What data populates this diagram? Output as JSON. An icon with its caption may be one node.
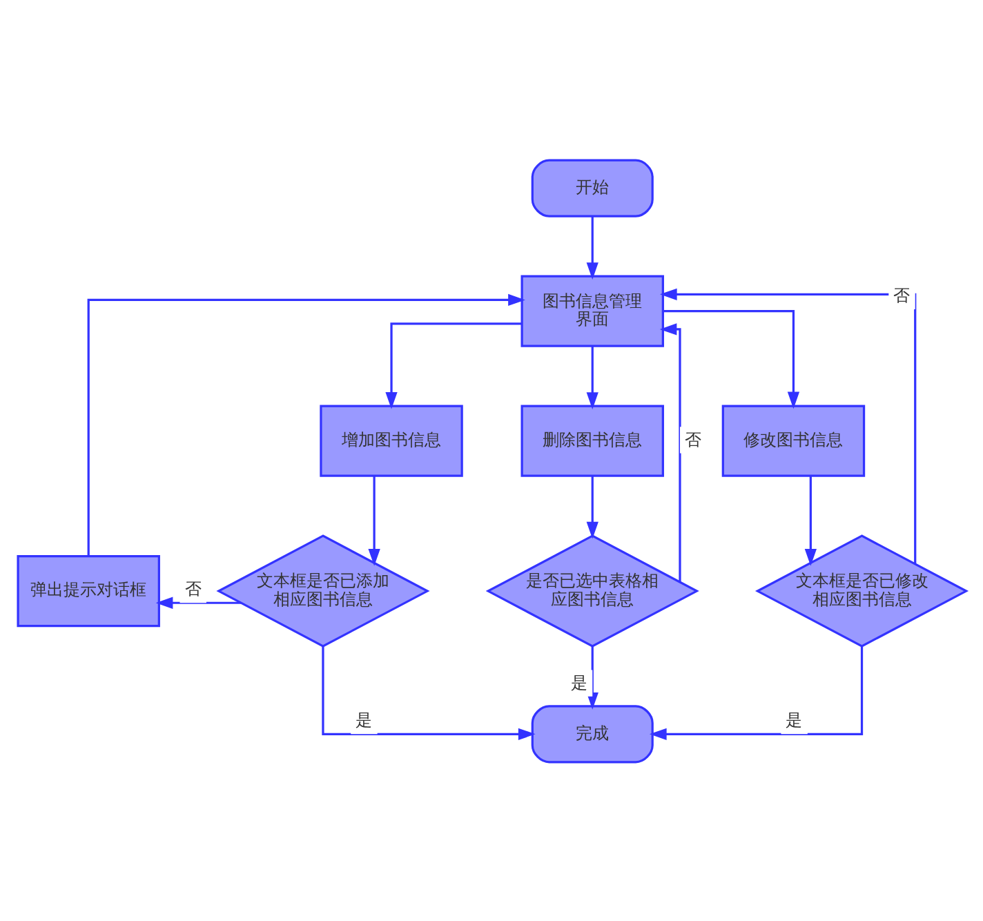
{
  "diagram": {
    "nodes": [
      {
        "text": [
          "开始"
        ]
      },
      {
        "text": [
          "图书信息管理界面"
        ]
      },
      {
        "text": [
          "增加图书信息"
        ]
      },
      {
        "text": [
          "删除图书信息"
        ]
      },
      {
        "text": [
          "修改图书信息"
        ]
      },
      {
        "text": [
          "弹出提示对话框"
        ]
      },
      {
        "text": [
          "文本框是否已添加相应图书信息"
        ]
      },
      {
        "text": [
          "是否已选中表格相应图书信息"
        ]
      },
      {
        "text": [
          "文本框是否已修改相应图书信息"
        ]
      },
      {
        "text": [
          "完成"
        ]
      }
    ],
    "edges": [
      {
        "from": 0,
        "to": 1,
        "arrow": "to"
      },
      {
        "from": 1,
        "to": 2,
        "arrow": "to"
      },
      {
        "from": 1,
        "to": 3,
        "arrow": "to"
      },
      {
        "from": 1,
        "to": 4,
        "arrow": "to"
      },
      {
        "from": 2,
        "to": 6,
        "arrow": "to"
      },
      {
        "from": 3,
        "to": 7,
        "arrow": "to"
      },
      {
        "from": 4,
        "to": 8,
        "arrow": "to"
      },
      {
        "from": 6,
        "to": 5,
        "label": "否",
        "arrow": "to"
      },
      {
        "from": 5,
        "to": 1,
        "arrow": "to"
      },
      {
        "from": 7,
        "to": 1,
        "label": "否",
        "arrow": "to"
      },
      {
        "from": 8,
        "to": 1,
        "label": "否",
        "arrow": "to"
      },
      {
        "from": 6,
        "to": 9,
        "label": "是",
        "arrow": "to"
      },
      {
        "from": 7,
        "to": 9,
        "label": "是",
        "arrow": "to"
      },
      {
        "from": 8,
        "to": 9,
        "label": "是",
        "arrow": "to"
      }
    ]
  }
}
